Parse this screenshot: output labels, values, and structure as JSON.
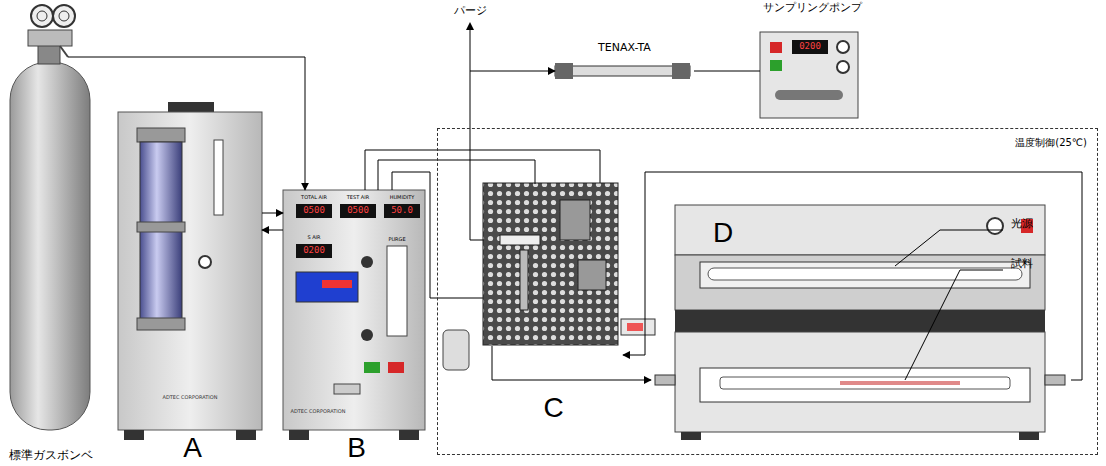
{
  "diagram": {
    "nodes": [
      {
        "text": [
          "標準ガスボンベ"
        ]
      },
      {
        "text": [
          "A"
        ]
      },
      {
        "text": [
          "B"
        ]
      },
      {
        "text": [
          "温度制御(25℃)"
        ]
      },
      {
        "text": [
          "C"
        ],
        "in": 3
      },
      {
        "text": [
          "D"
        ],
        "in": 3
      },
      {
        "text": [
          "TENAX-TA"
        ]
      },
      {
        "text": [
          "サンプリングポンプ"
        ]
      }
    ],
    "edges": [
      {
        "from": 0,
        "to": 2,
        "arrow": "to"
      },
      {
        "from": 1,
        "to": 2,
        "arrow": "to"
      },
      {
        "from": 2,
        "to": 1,
        "arrow": "to"
      },
      {
        "from": 2,
        "to": 4,
        "arrow": "none"
      },
      {
        "from": 4,
        "to": 5,
        "arrow": "to"
      },
      {
        "from": 5,
        "to": 4,
        "arrow": "to"
      },
      {
        "from": 4,
        "to": 6,
        "arrow": "to"
      },
      {
        "from": 6,
        "to": 7,
        "arrow": "none"
      }
    ],
    "labels": [
      "パージ",
      "光源",
      "試料",
      "TOTAL AIR",
      "0500",
      "TEST AIR",
      "0500",
      "HUMIDITY",
      "50.0",
      "S AIR",
      "0200",
      "PURGE",
      "ADTEC CORPORATION",
      "ADTEC CORPORATION",
      "0200"
    ]
  }
}
